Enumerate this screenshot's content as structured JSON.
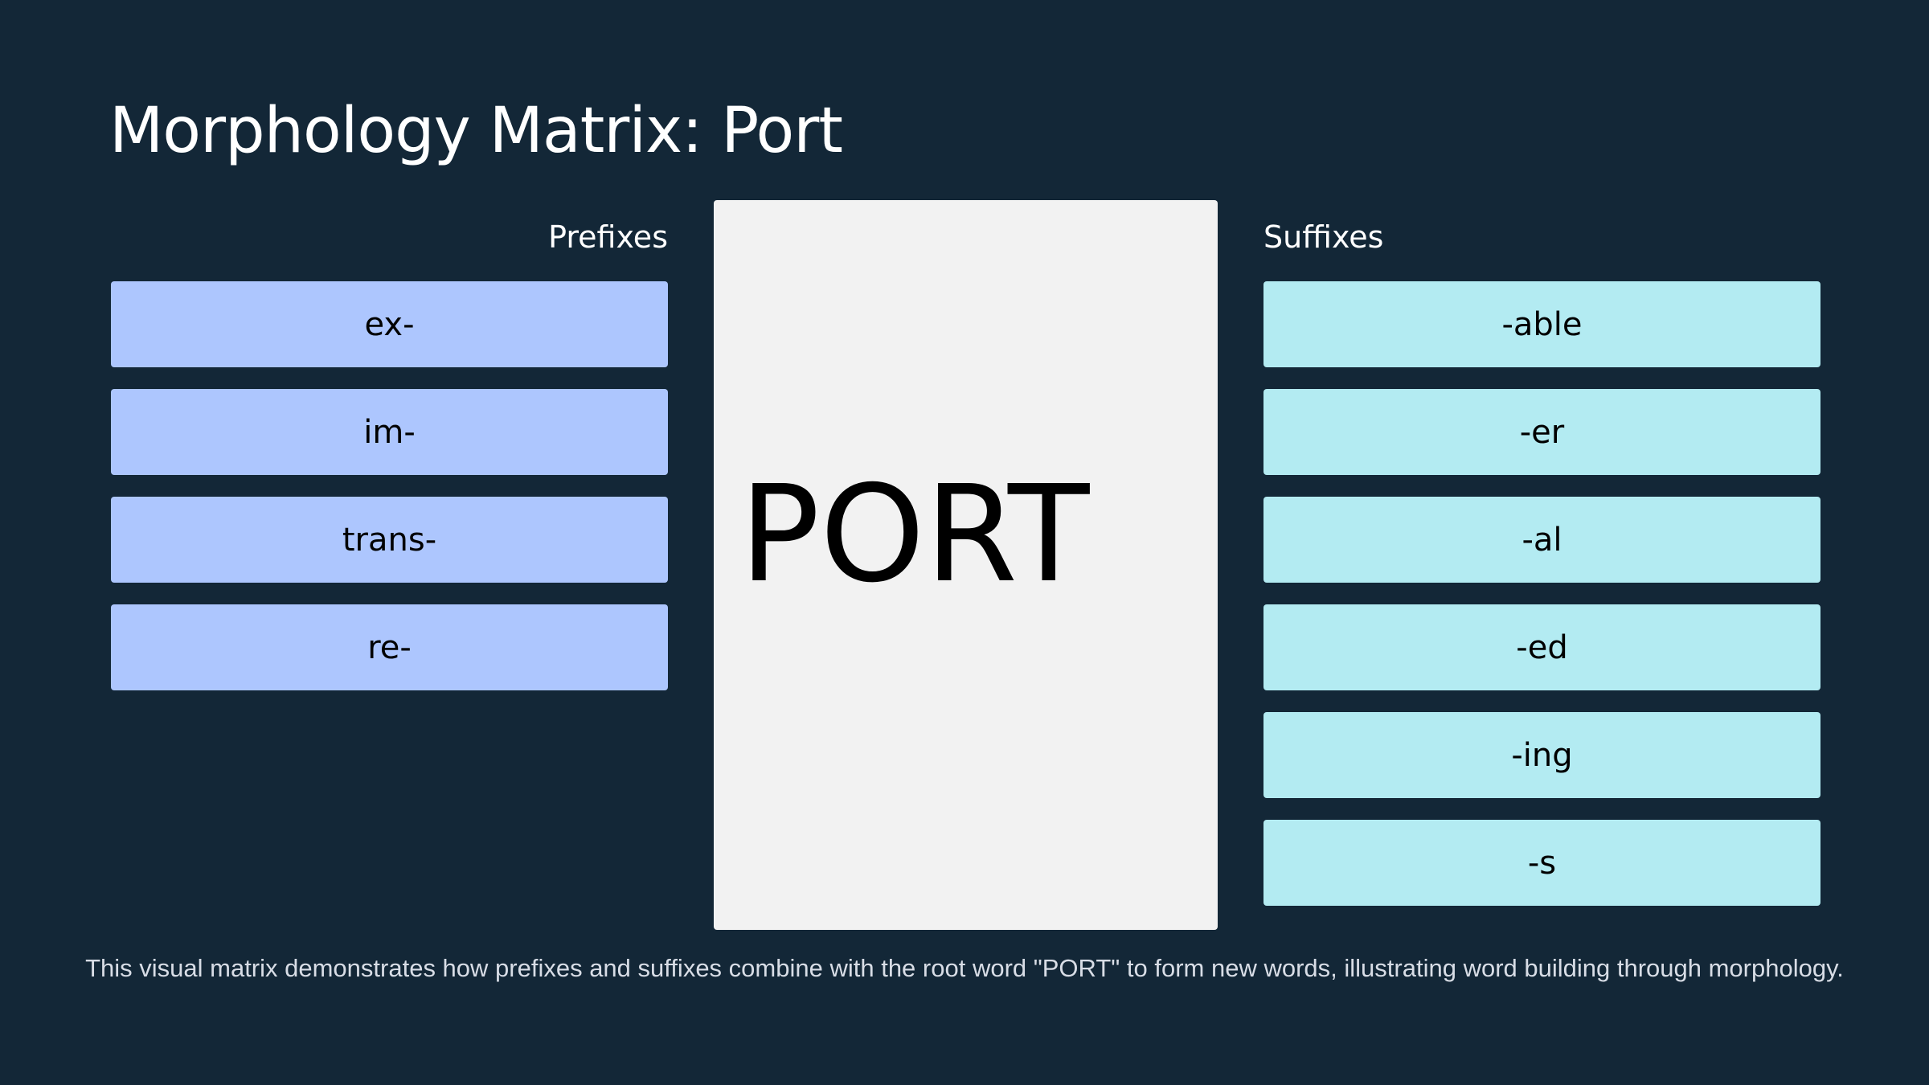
{
  "title": "Morphology Matrix: Port",
  "prefixes": {
    "heading": "Prefixes",
    "items": [
      "ex-",
      "im-",
      "trans-",
      "re-"
    ]
  },
  "root": "PORT",
  "suffixes": {
    "heading": "Suffixes",
    "items": [
      "-able",
      "-er",
      "-al",
      "-ed",
      "-ing",
      "-s"
    ]
  },
  "footer": "This visual matrix demonstrates how prefixes and suffixes combine with the root word \"PORT\" to form new words, illustrating word building through morphology.",
  "colors": {
    "background": "#132737",
    "prefix": "#adc6fe",
    "suffix": "#b3ebf2",
    "root_card": "#f2f2f2"
  }
}
